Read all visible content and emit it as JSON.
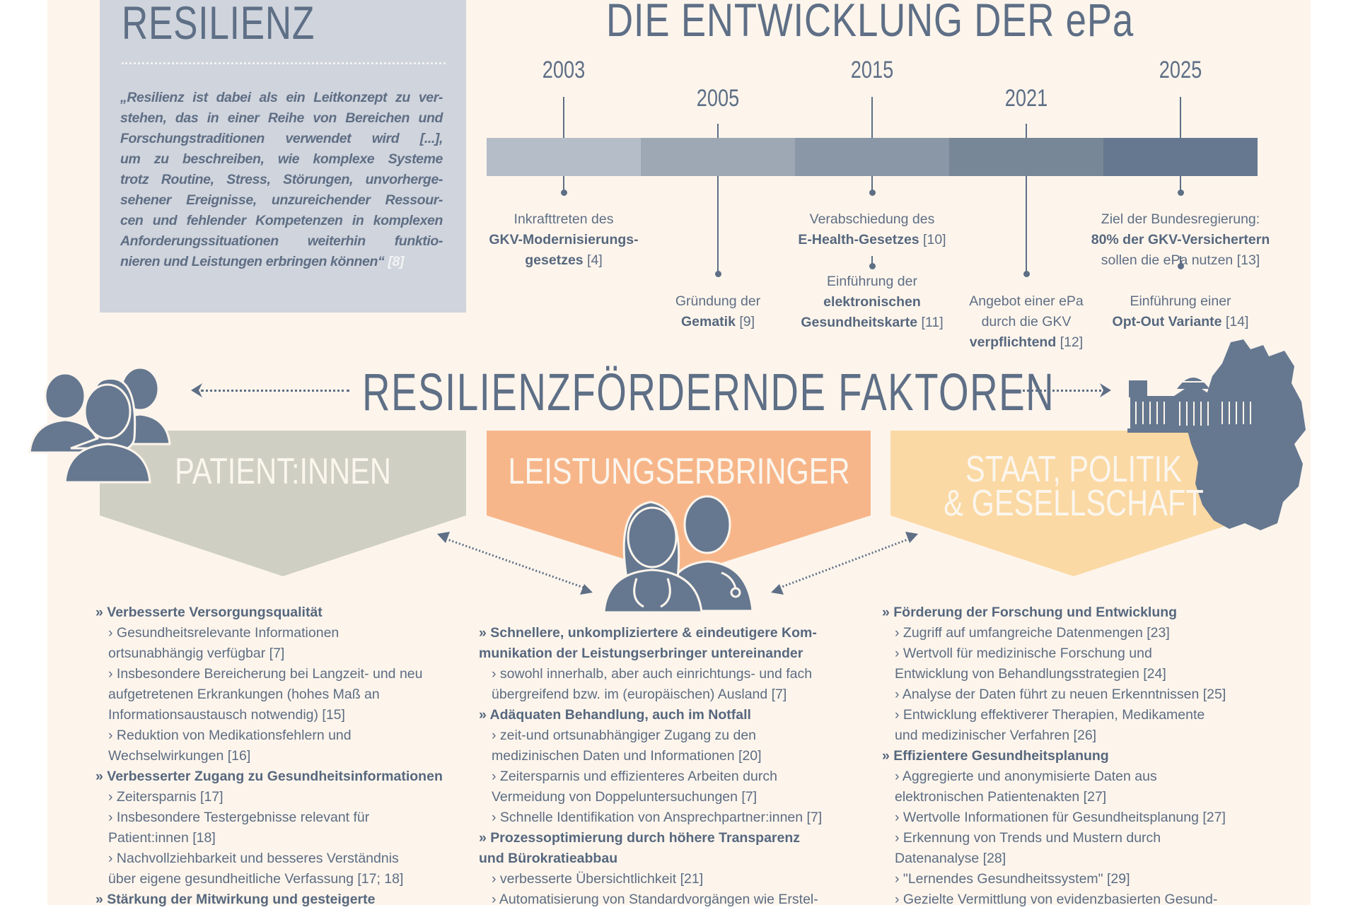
{
  "resilienz": {
    "title": "RESILIENZ",
    "quote_lines": [
      "„Resilienz ist dabei als ein Leitkonzept zu ver-",
      "stehen, das in einer Reihe von Bereichen und",
      "Forschungstraditionen verwendet wird [...],",
      "um zu beschreiben, wie komplexe Systeme",
      "trotz Routine, Stress, Störungen, unvorherge-",
      "sehener Ereignisse, unzureichender Ressour-",
      "cen und fehlender Kompetenzen in komplexen",
      "Anforderungssituationen weiterhin funktio-",
      "nieren und Leistungen erbringen können“"
    ],
    "quote_ref": "[8]"
  },
  "timeline": {
    "title": "DIE ENTWICKLUNG DER ePa",
    "colors": [
      "#b5bdc8",
      "#9ea8b5",
      "#8a97a6",
      "#788797",
      "#667890"
    ],
    "events": [
      {
        "year": "2003",
        "main": [
          [
            {
              "t": "Inkrafttreten des"
            }
          ],
          [
            {
              "t": "GKV-Modernisierungs-",
              "b": true
            }
          ],
          [
            {
              "t": "gesetzes",
              "b": true
            },
            {
              "t": " [4]"
            }
          ]
        ],
        "sub": []
      },
      {
        "year": "2005",
        "main": [
          [
            {
              "t": "Gründung der"
            }
          ],
          [
            {
              "t": "Gematik",
              "b": true
            },
            {
              "t": " [9]"
            }
          ]
        ],
        "sub": []
      },
      {
        "year": "2015",
        "main": [
          [
            {
              "t": "Verabschiedung des"
            }
          ],
          [
            {
              "t": "E-Health-Gesetzes",
              "b": true
            },
            {
              "t": " [10]"
            }
          ]
        ],
        "sub": [
          [
            {
              "t": "Einführung der"
            }
          ],
          [
            {
              "t": "elektronischen",
              "b": true
            }
          ],
          [
            {
              "t": "Gesundheitskarte",
              "b": true
            },
            {
              "t": " [11]"
            }
          ]
        ]
      },
      {
        "year": "2021",
        "main": [
          [
            {
              "t": "Angebot einer ePa"
            }
          ],
          [
            {
              "t": "durch die GKV"
            }
          ],
          [
            {
              "t": "verpflichtend",
              "b": true
            },
            {
              "t": " [12]"
            }
          ]
        ],
        "sub": []
      },
      {
        "year": "2025",
        "main": [
          [
            {
              "t": "Ziel der Bundesregierung:"
            }
          ],
          [
            {
              "t": "80% der GKV-Versichertern",
              "b": true
            }
          ],
          [
            {
              "t": "sollen die ePa nutzen [13]"
            }
          ]
        ],
        "sub": [
          [
            {
              "t": "Einführung einer"
            }
          ],
          [
            {
              "t": "Opt-Out Variante",
              "b": true
            },
            {
              "t": " [14]"
            }
          ]
        ]
      }
    ]
  },
  "faktoren": {
    "title": "RESILIENZFÖRDERNDE FAKTOREN",
    "banners": [
      {
        "label_lines": [
          "PATIENT:INNEN"
        ],
        "color": "#d0cfc3"
      },
      {
        "label_lines": [
          "LEISTUNGSERBRINGER"
        ],
        "color": "#f7b68a"
      },
      {
        "label_lines": [
          "STAAT, POLITIK",
          "& GESELLSCHAFT"
        ],
        "color": "#fbd9a4"
      }
    ],
    "columns": [
      [
        {
          "type": "h",
          "lines": [
            "» Verbesserte Versorgungsqualität"
          ]
        },
        {
          "type": "s",
          "lines": [
            "› Gesundheitsrelevante Informationen",
            "ortsunabhängig verfügbar [7]"
          ]
        },
        {
          "type": "s",
          "lines": [
            "› Insbesondere Bereicherung bei Langzeit- und neu",
            "aufgetretenen Erkrankungen (hohes Maß an",
            "Informationsaustausch notwendig) [15]"
          ]
        },
        {
          "type": "s",
          "lines": [
            "› Reduktion von Medikationsfehlern und",
            "Wechselwirkungen [16]"
          ]
        },
        {
          "type": "h",
          "lines": [
            "» Verbesserter Zugang zu Gesundheitsinformationen"
          ]
        },
        {
          "type": "s",
          "lines": [
            "› Zeitersparnis [17]"
          ]
        },
        {
          "type": "s",
          "lines": [
            "› Insbesondere Testergebnisse relevant für",
            "Patient:innen [18]"
          ]
        },
        {
          "type": "s",
          "lines": [
            "› Nachvollziehbarkeit und besseres Verständnis",
            "über eigene gesundheitliche Verfassung [17; 18]"
          ]
        },
        {
          "type": "h",
          "lines": [
            "» Stärkung der Mitwirkung und gesteigerte"
          ]
        }
      ],
      [
        {
          "type": "h",
          "lines": [
            "» Schnellere, unkompliziertere & eindeutigere Kom-",
            "munikation der Leistungserbringer untereinander"
          ]
        },
        {
          "type": "s",
          "lines": [
            "› sowohl innerhalb, aber auch einrichtungs- und fach",
            "übergreifend bzw. im (europäischen) Ausland [7]"
          ]
        },
        {
          "type": "h",
          "lines": [
            "» Adäquaten Behandlung, auch im Notfall"
          ]
        },
        {
          "type": "s",
          "lines": [
            "› zeit-und ortsunabhängiger Zugang zu den",
            "medizinischen Daten und Informationen [20]"
          ]
        },
        {
          "type": "s",
          "lines": [
            "› Zeitersparnis und effizienteres Arbeiten durch",
            "Vermeidung von Doppeluntersuchungen [7]"
          ]
        },
        {
          "type": "s",
          "lines": [
            "› Schnelle Identifikation von Ansprechpartner:innen [7]"
          ]
        },
        {
          "type": "h",
          "lines": [
            "» Prozessoptimierung durch höhere Transparenz",
            "und Bürokratieabbau"
          ]
        },
        {
          "type": "s",
          "lines": [
            "› verbesserte Übersichtlichkeit [21]"
          ]
        },
        {
          "type": "s",
          "lines": [
            "› Automatisierung von Standardvorgängen wie Erstel-"
          ]
        }
      ],
      [
        {
          "type": "h",
          "lines": [
            "» Förderung der Forschung und Entwicklung"
          ]
        },
        {
          "type": "s",
          "lines": [
            "› Zugriff auf umfangreiche Datenmengen [23]"
          ]
        },
        {
          "type": "s",
          "lines": [
            "› Wertvoll für medizinische Forschung und",
            "Entwicklung von Behandlungsstrategien [24]"
          ]
        },
        {
          "type": "s",
          "lines": [
            "› Analyse der Daten führt zu neuen Erkenntnissen [25]"
          ]
        },
        {
          "type": "s",
          "lines": [
            "› Entwicklung effektiverer Therapien, Medikamente",
            "und medizinischer Verfahren [26]"
          ]
        },
        {
          "type": "h",
          "lines": [
            "» Effizientere Gesundheitsplanung"
          ]
        },
        {
          "type": "s",
          "lines": [
            "› Aggregierte und anonymisierte Daten aus",
            "elektronischen Patientenakten [27]"
          ]
        },
        {
          "type": "s",
          "lines": [
            "› Wertvolle Informationen für Gesundheitsplanung [27]"
          ]
        },
        {
          "type": "s",
          "lines": [
            "› Erkennung von Trends und Mustern durch",
            "Datenanalyse [28]"
          ]
        },
        {
          "type": "s",
          "lines": [
            "› \"Lernendes Gesundheitssystem\" [29]"
          ]
        },
        {
          "type": "s",
          "lines": [
            "› Gezielte Vermittlung von evidenzbasierten Gesund-"
          ]
        }
      ]
    ]
  },
  "icon_color": "#667890"
}
